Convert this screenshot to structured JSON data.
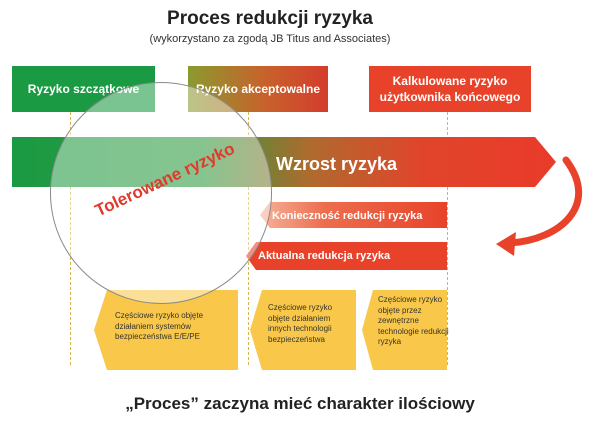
{
  "header": {
    "title": "Proces redukcji ryzyka",
    "subtitle": "(wykorzystano za zgodą JB Titus and Associates)"
  },
  "top_boxes": {
    "residual": "Ryzyko szczątkowe",
    "acceptable": "Ryzyko akceptowalne",
    "calculated": "Kalkulowane ryzyko użytkownika końcowego"
  },
  "bars": {
    "growth": "Wzrost ryzyka",
    "needed_reduction": "Konieczność redukcji ryzyka",
    "actual_reduction": "Aktualna redukcja ryzyka"
  },
  "yellow_boxes": [
    {
      "text": "Częściowe ryzyko objęte działaniem systemów bezpieczeństwa E/E/PE"
    },
    {
      "text": "Częściowe ryzyko objęte działaniem innych technologii bezpieczeństwa"
    },
    {
      "text": "Częściowe ryzyko objęte przez zewnętrzne technologie redukcji ryzyka"
    }
  ],
  "circle_label": "Tolerowane ryzyko",
  "footer": "„Proces” zaczyna mieć charakter ilościowy",
  "colors": {
    "green": "#1a9a43",
    "red": "#e8432a",
    "yellow": "#f9c84a",
    "text_dark": "#222222"
  }
}
